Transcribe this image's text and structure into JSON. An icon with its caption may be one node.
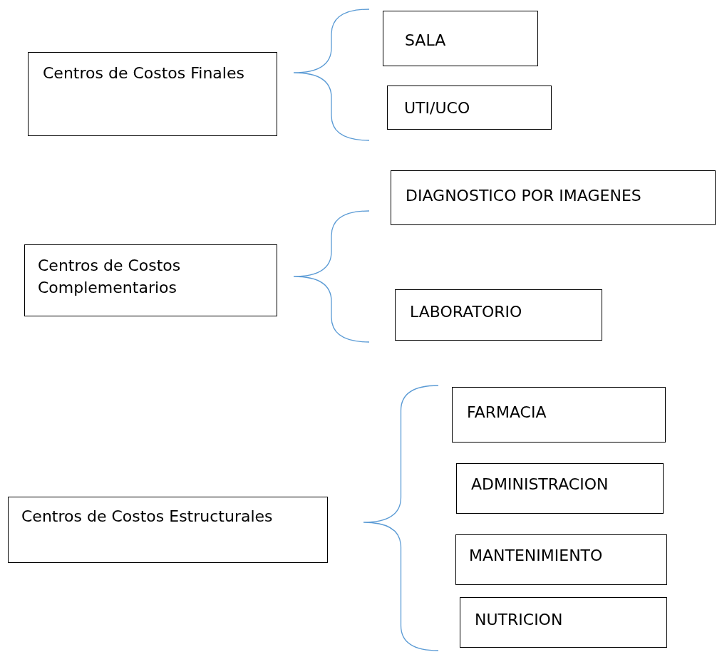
{
  "diagram": {
    "nodes": [
      {
        "text": [
          "Centros de Costos Finales"
        ]
      },
      {
        "text": [
          "SALA"
        ]
      },
      {
        "text": [
          "UTI/UCO"
        ]
      },
      {
        "text": [
          "Centros de Costos Complementarios"
        ]
      },
      {
        "text": [
          "DIAGNOSTICO POR IMAGENES"
        ]
      },
      {
        "text": [
          "LABORATORIO"
        ]
      },
      {
        "text": [
          "Centros de Costos Estructurales"
        ]
      },
      {
        "text": [
          "FARMACIA"
        ]
      },
      {
        "text": [
          "ADMINISTRACION"
        ]
      },
      {
        "text": [
          "MANTENIMIENTO"
        ]
      },
      {
        "text": [
          "NUTRICION"
        ]
      }
    ]
  }
}
